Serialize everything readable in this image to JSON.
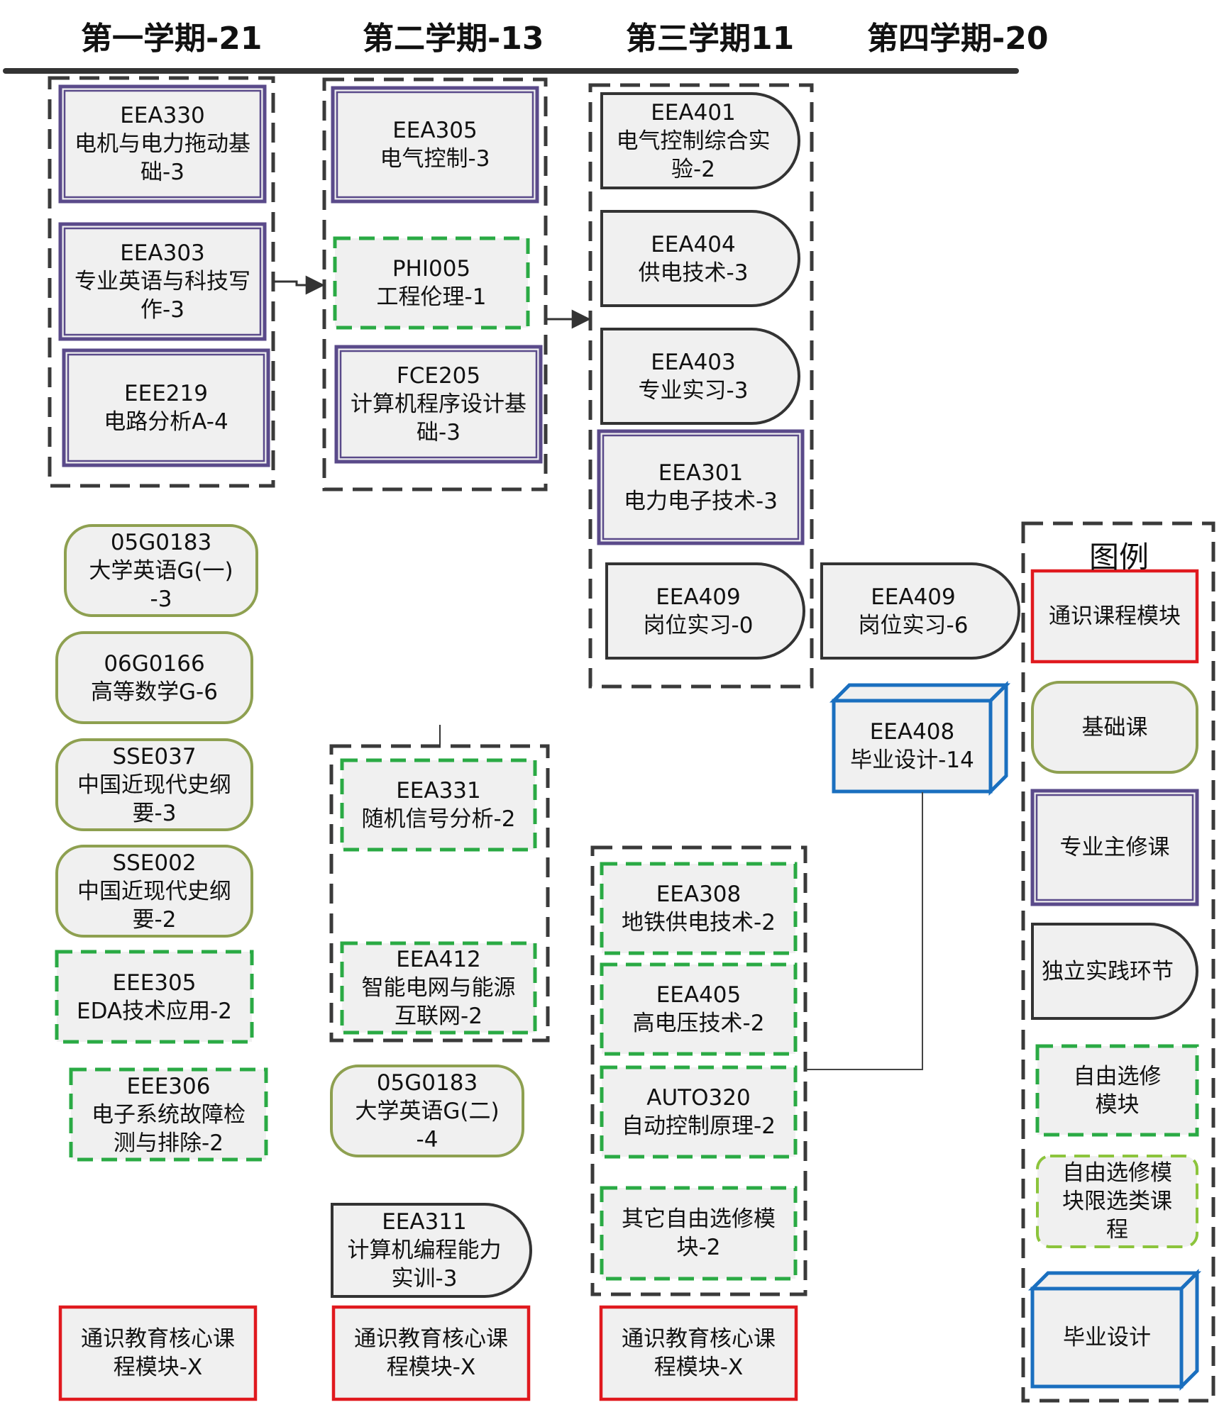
{
  "headers": [
    "第一学期-21",
    "第二学期-13",
    "第三学期11",
    "第四学期-20"
  ],
  "colors": {
    "purple": "#5a4a8a",
    "olive": "#8ea050",
    "green_dash": "#2aaa44",
    "light_green": "#8cc43c",
    "red": "#e0191e",
    "blue": "#1a6fbf",
    "dark": "#333333",
    "fill": "#f0f0f0"
  },
  "courses": {
    "c1": "EEA330\n电机与电力拖动基\n础-3",
    "c2": "EEA303\n专业英语与科技写\n作-3",
    "c3": "EEE219\n电路分析A-4",
    "c4": "05G0183\n大学英语G(一)\n-3",
    "c5": "06G0166\n高等数学G-6",
    "c6": "SSE037\n中国近现代史纲\n要-3",
    "c7": "SSE002\n中国近现代史纲\n要-2",
    "c8": "EEE305\nEDA技术应用-2",
    "c9": "EEE306\n电子系统故障检\n测与排除-2",
    "c10": "通识教育核心课\n程模块-X",
    "c11": "EEA305\n电气控制-3",
    "c12": "PHI005\n工程伦理-1",
    "c13": "FCE205\n计算机程序设计基\n础-3",
    "c14": "EEA331\n随机信号分析-2",
    "c15": "EEA412\n智能电网与能源\n互联网-2",
    "c16": "05G0183\n大学英语G(二)\n-4",
    "c17": "EEA311\n计算机编程能力\n实训-3",
    "c18": "通识教育核心课\n程模块-X",
    "c19": "EEA401\n电气控制综合实\n验-2",
    "c20": "EEA404\n供电技术-3",
    "c21": "EEA403\n专业实习-3",
    "c22": "EEA301\n电力电子技术-3",
    "c23": "EEA409\n岗位实习-0",
    "c24": "EEA308\n地铁供电技术-2",
    "c25": "EEA405\n高电压技术-2",
    "c26": "AUTO320\n自动控制原理-2",
    "c27": "其它自由选修模\n块-2",
    "c28": "通识教育核心课\n程模块-X",
    "c29": "EEA409\n岗位实习-6",
    "c30": "EEA408\n毕业设计-14"
  },
  "legend": {
    "title": "图例",
    "items": [
      "通识课程模块",
      "基础课",
      "专业主修课",
      "独立实践环节",
      "自由选修\n模块",
      "自由选修模\n块限选类课\n程",
      "毕业设计"
    ]
  }
}
